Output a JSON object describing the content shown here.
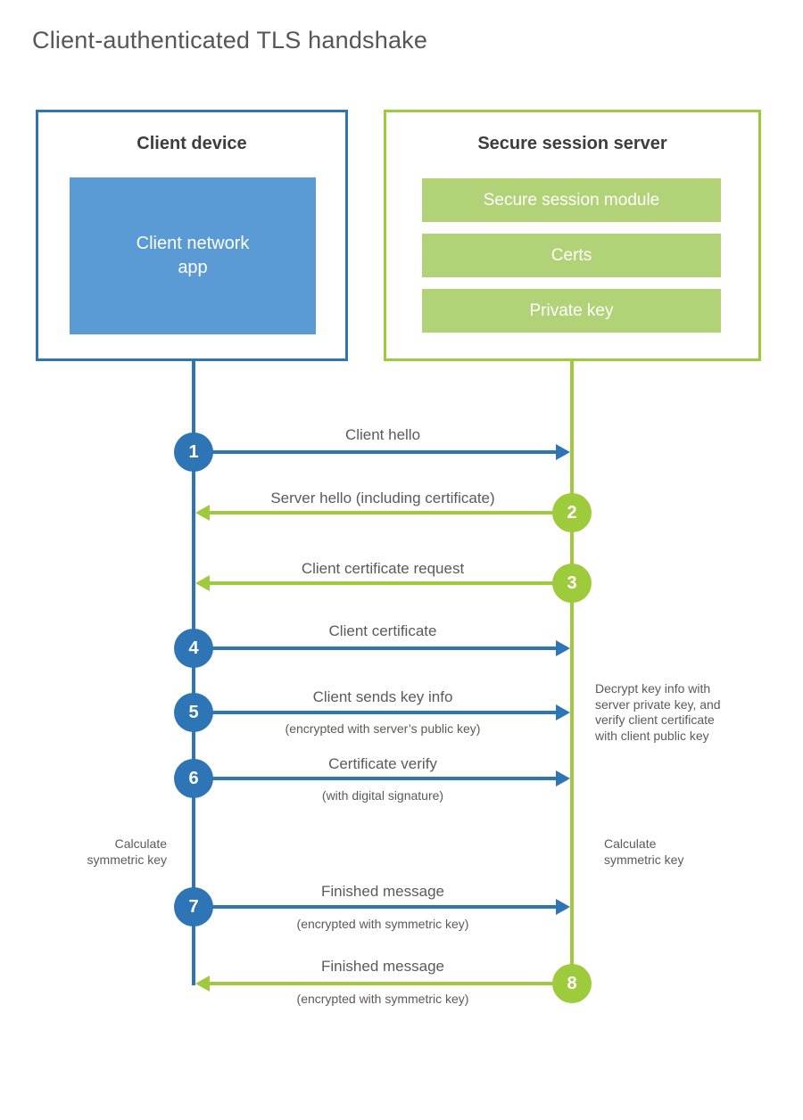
{
  "title": "Client-authenticated TLS handshake",
  "colors": {
    "blue": "#2e75b6",
    "blue_fill": "#5b9bd5",
    "green": "#9dcb3c",
    "green_fill": "#b2d277",
    "text_dark": "#3d3d3d",
    "text_gray": "#595a5c"
  },
  "client": {
    "title": "Client device",
    "app_label": "Client network\napp"
  },
  "server": {
    "title": "Secure session server",
    "modules": [
      "Secure session module",
      "Certs",
      "Private key"
    ]
  },
  "messages": [
    {
      "num": "1",
      "direction": "right",
      "color": "blue",
      "label": "Client hello",
      "sub": ""
    },
    {
      "num": "2",
      "direction": "left",
      "color": "green",
      "label": "Server hello (including certificate)",
      "sub": ""
    },
    {
      "num": "3",
      "direction": "left",
      "color": "green",
      "label": "Client certificate request",
      "sub": ""
    },
    {
      "num": "4",
      "direction": "right",
      "color": "blue",
      "label": "Client certificate",
      "sub": ""
    },
    {
      "num": "5",
      "direction": "right",
      "color": "blue",
      "label": "Client sends key info",
      "sub": "(encrypted with server’s public key)"
    },
    {
      "num": "6",
      "direction": "right",
      "color": "blue",
      "label": "Certificate verify",
      "sub": "(with digital signature)"
    },
    {
      "num": "7",
      "direction": "right",
      "color": "blue",
      "label": "Finished message",
      "sub": "(encrypted with symmetric key)"
    },
    {
      "num": "8",
      "direction": "left",
      "color": "green",
      "label": "Finished message",
      "sub": "(encrypted with symmetric key)"
    }
  ],
  "annotations": {
    "decrypt_note": "Decrypt key info with\nserver private key, and\nverify client certificate\nwith client public key",
    "calc_left": "Calculate\nsymmetric key",
    "calc_right": "Calculate\nsymmetric key"
  }
}
